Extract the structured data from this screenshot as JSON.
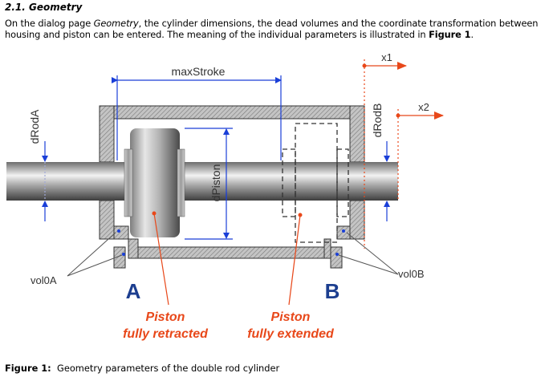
{
  "section": {
    "heading": "2.1. Geometry"
  },
  "intro": {
    "part1": "On the dialog page ",
    "page_name": "Geometry",
    "part2": ", the cylinder dimensions, the dead volumes and the coordinate transformation between housing and piston can be entered. The meaning of the individual parameters is illustrated in ",
    "figure_ref": "Figure 1",
    "part3": "."
  },
  "figure": {
    "labels": {
      "max_stroke": "maxStroke",
      "d_rod_a": "dRodA",
      "d_rod_b": "dRodB",
      "d_piston": "dPiston",
      "x1": "x1",
      "x2": "x2",
      "vol0a": "vol0A",
      "vol0b": "vol0B",
      "port_a": "A",
      "port_b": "B",
      "retracted_line1": "Piston",
      "retracted_line2": "fully retracted",
      "extended_line1": "Piston",
      "extended_line2": "fully extended"
    },
    "colors": {
      "dimension": "#1a3fd8",
      "annotation": "#e8481a",
      "housing_fill": "#b8b8b8",
      "housing_stroke": "#333333",
      "port_letters": "#1c3e8f"
    }
  },
  "caption": {
    "label": "Figure 1:",
    "text": "  Geometry parameters of the double rod cylinder"
  }
}
